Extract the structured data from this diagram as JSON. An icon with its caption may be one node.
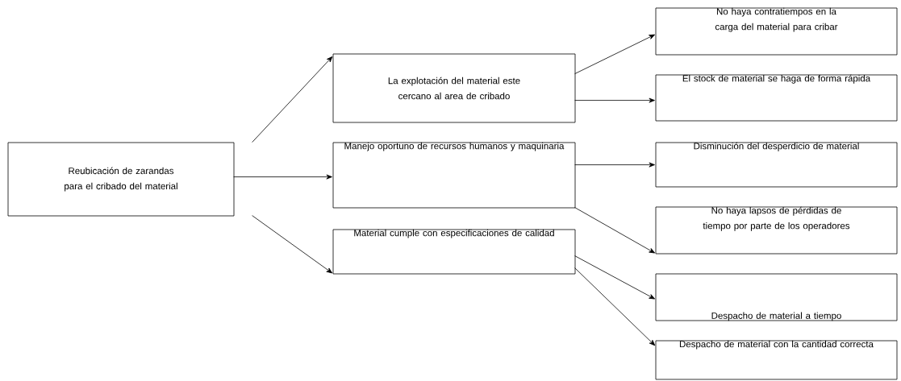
{
  "diagram": {
    "nodes": [
      {
        "text": [
          "Reubicación de zarandas para el cribado del material"
        ]
      },
      {
        "text": [
          "La explotación del material este cercano al area de cribado"
        ]
      },
      {
        "text": [
          "Manejo oportuno de recursos humanos y maquinaria"
        ]
      },
      {
        "text": [
          "Material cumple con especificaciones de calidad"
        ]
      },
      {
        "text": [
          "No haya contratiempos en la carga del material para cribar"
        ]
      },
      {
        "text": [
          "El stock de material se haga de forma rápida"
        ]
      },
      {
        "text": [
          "Disminución del desperdicio de material"
        ]
      },
      {
        "text": [
          "No haya lapsos de pérdidas de tiempo por parte de los operadores"
        ]
      },
      {
        "text": [
          "Despacho de material a tiempo"
        ]
      },
      {
        "text": [
          "Despacho de material con la cantidad correcta"
        ]
      }
    ],
    "edges": [
      {
        "from": 0,
        "to": 1,
        "arrow": "to"
      },
      {
        "from": 0,
        "to": 2,
        "arrow": "to"
      },
      {
        "from": 0,
        "to": 3,
        "arrow": "to"
      },
      {
        "from": 1,
        "to": 4,
        "arrow": "to"
      },
      {
        "from": 1,
        "to": 5,
        "arrow": "to"
      },
      {
        "from": 2,
        "to": 6,
        "arrow": "to"
      },
      {
        "from": 2,
        "to": 7,
        "arrow": "to"
      },
      {
        "from": 3,
        "to": 8,
        "arrow": "to"
      },
      {
        "from": 3,
        "to": 9,
        "arrow": "to"
      }
    ]
  }
}
